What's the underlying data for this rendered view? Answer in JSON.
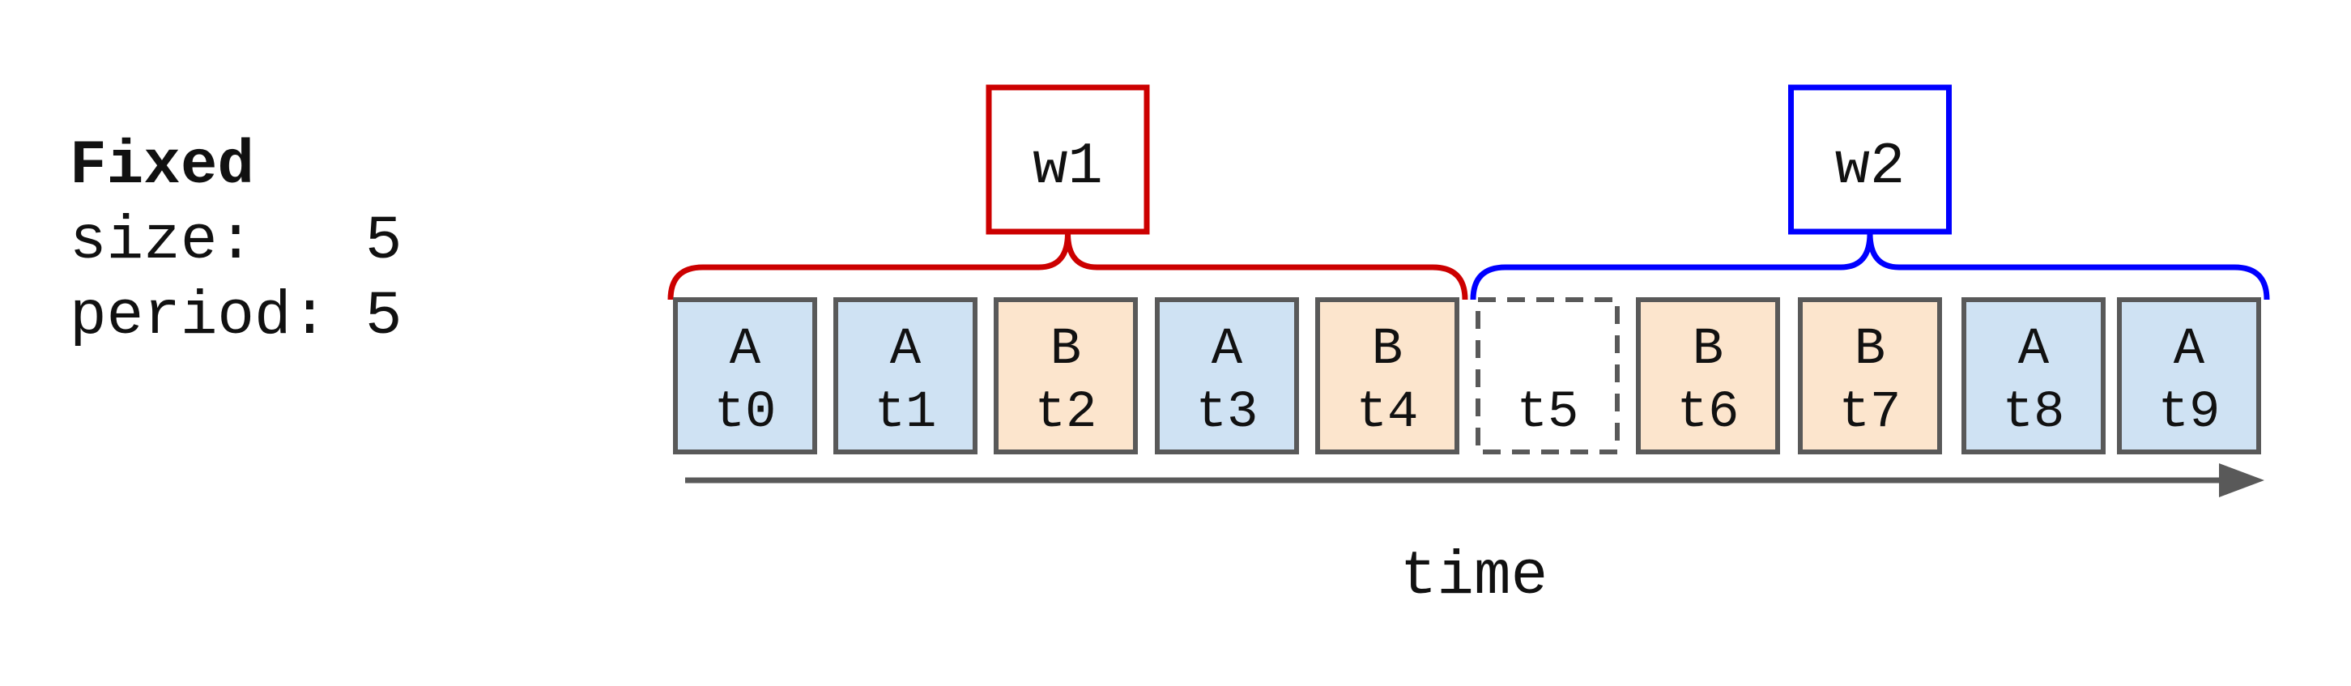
{
  "info": {
    "title": "Fixed",
    "size_label": "size:   5",
    "period_label": "period: 5"
  },
  "colors": {
    "A": "#cfe2f3",
    "B": "#fce5cd",
    "empty": "#ffffff",
    "border": "#595959",
    "w1": "#cc0000",
    "w2": "#0000ff",
    "axis": "#595959"
  },
  "cells": [
    {
      "id": "t0",
      "type": "A",
      "label": "A",
      "time": "t0"
    },
    {
      "id": "t1",
      "type": "A",
      "label": "A",
      "time": "t1"
    },
    {
      "id": "t2",
      "type": "B",
      "label": "B",
      "time": "t2"
    },
    {
      "id": "t3",
      "type": "A",
      "label": "A",
      "time": "t3"
    },
    {
      "id": "t4",
      "type": "B",
      "label": "B",
      "time": "t4"
    },
    {
      "id": "t5",
      "type": "empty",
      "label": "",
      "time": "t5"
    },
    {
      "id": "t6",
      "type": "B",
      "label": "B",
      "time": "t6"
    },
    {
      "id": "t7",
      "type": "B",
      "label": "B",
      "time": "t7"
    },
    {
      "id": "t8",
      "type": "A",
      "label": "A",
      "time": "t8"
    },
    {
      "id": "t9",
      "type": "A",
      "label": "A",
      "time": "t9"
    }
  ],
  "windows": [
    {
      "label": "w1",
      "start": 0,
      "end": 4,
      "color": "#cc0000"
    },
    {
      "label": "w2",
      "start": 5,
      "end": 9,
      "color": "#0000ff"
    }
  ],
  "axis": {
    "label": "time"
  }
}
